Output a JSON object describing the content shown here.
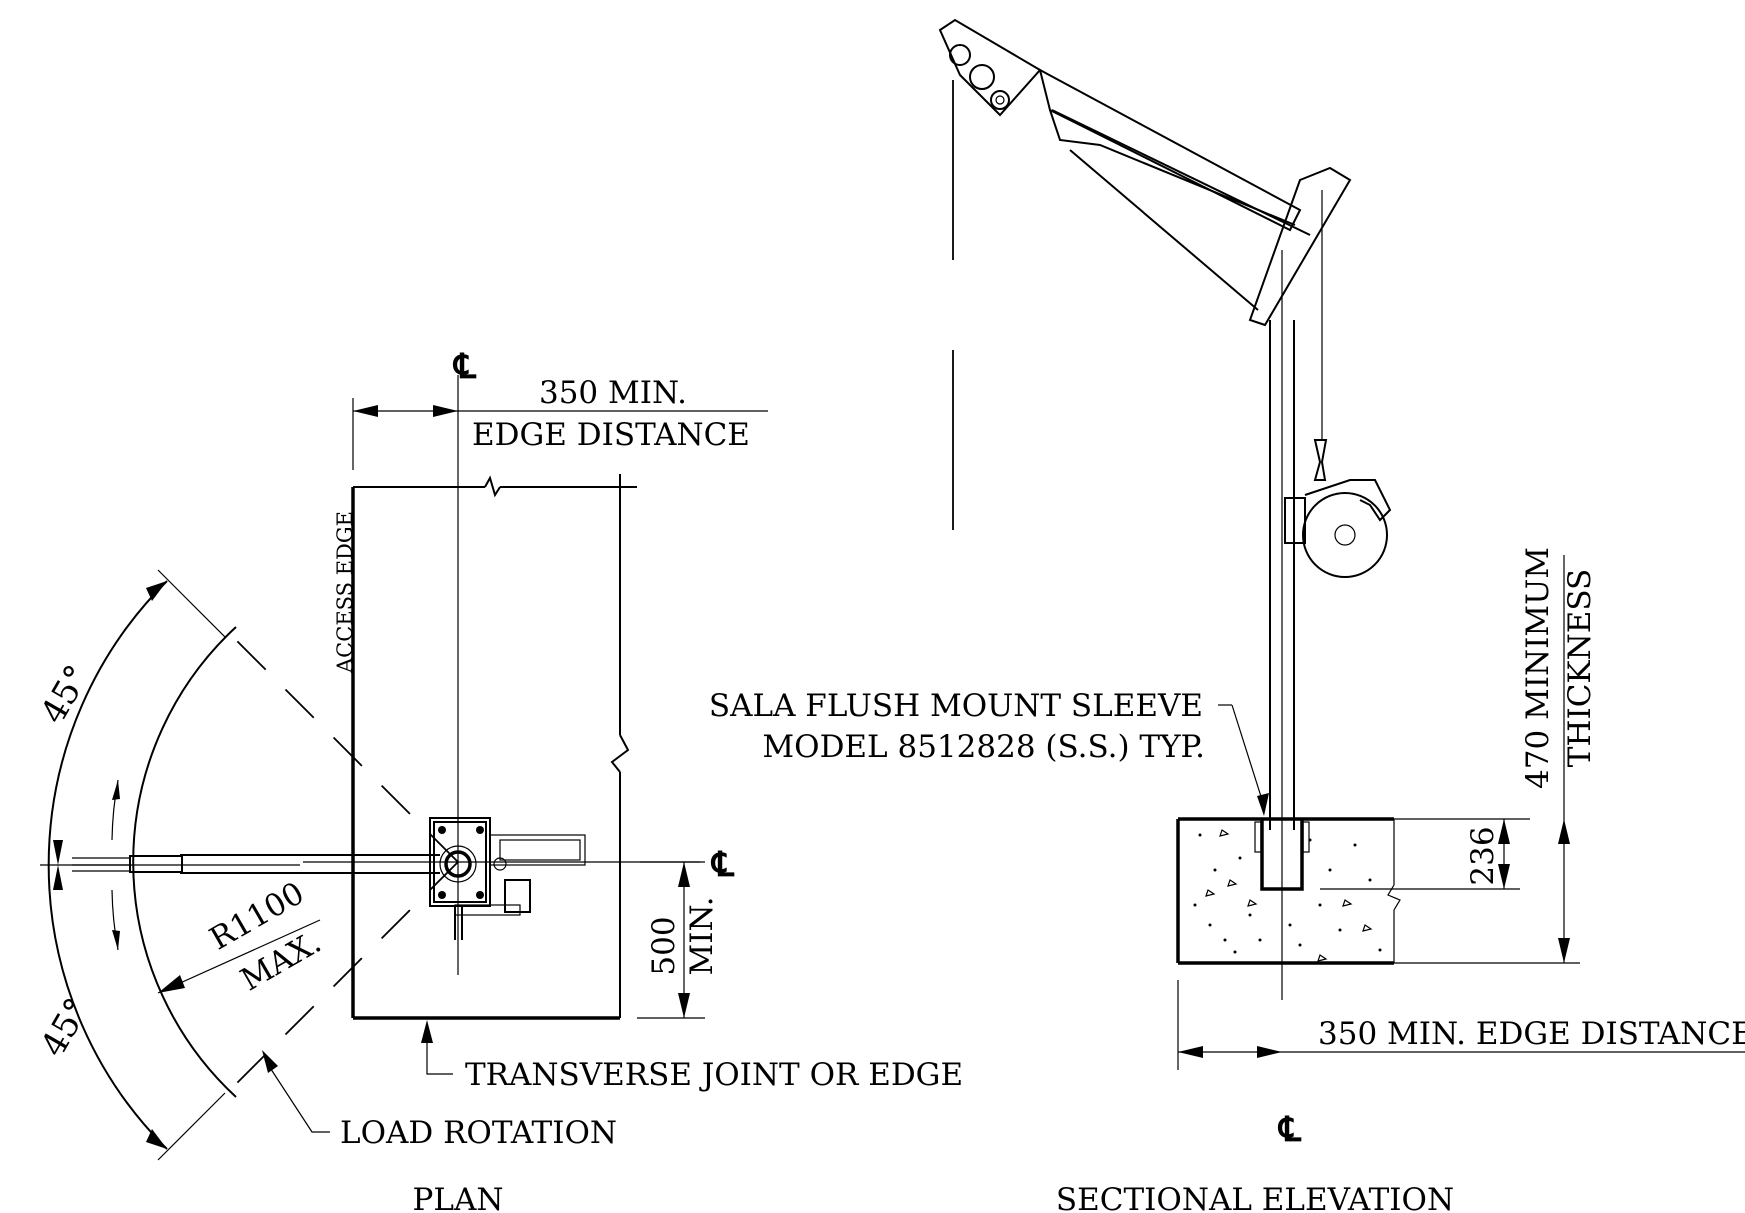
{
  "plan": {
    "title": "PLAN",
    "centerline_symbol": "℄",
    "edge_distance_value": "350 MIN.",
    "edge_distance_label": "EDGE DISTANCE",
    "access_edge_label": "ACCESS EDGE",
    "min_value": "500",
    "min_label": "MIN.",
    "radius_value": "R1100",
    "radius_label": "MAX.",
    "angle_upper": "45°",
    "angle_lower": "45°",
    "transverse_joint_label": "TRANSVERSE JOINT OR EDGE",
    "load_rotation_label": "LOAD ROTATION"
  },
  "elevation": {
    "title": "SECTIONAL ELEVATION",
    "centerline_symbol": "℄",
    "sleeve_label_line1": "SALA FLUSH MOUNT SLEEVE",
    "sleeve_label_line2": "MODEL 8512828 (S.S.) TYP.",
    "thickness_value": "470 MINIMUM",
    "thickness_label": "THICKNESS",
    "depth_value": "236",
    "edge_distance_label": "350 MIN. EDGE DISTANCE"
  }
}
